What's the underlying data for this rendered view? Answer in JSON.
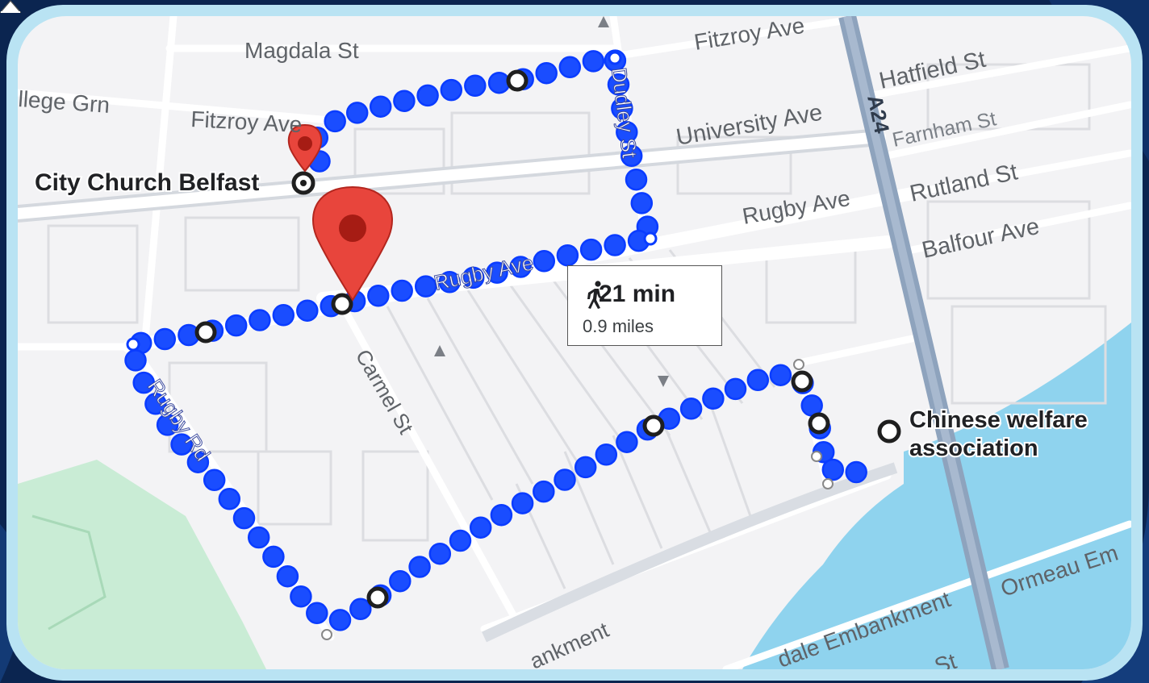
{
  "streets": {
    "magdala": "Magdala St",
    "fitzroy_top": "Fitzroy Ave",
    "college_grn": "llege Grn",
    "fitzroy_left": "Fitzroy Ave",
    "hatfield": "Hatfield St",
    "university": "University Ave",
    "a24": "A24",
    "farnham": "Farnham St",
    "rutland": "Rutland St",
    "rugby_ave_right": "Rugby Ave",
    "balfour": "Balfour Ave",
    "dudley": "Dudley St",
    "rugby_ave_route": "Rugby Ave",
    "rugby_rd": "Rugby Rd",
    "carmel": "Carmel St",
    "embankment_low": "ankment",
    "embankment_mid": "dale Embankment",
    "ormeau": "Ormeau Em",
    "st_bottom": "St"
  },
  "places": {
    "city_church": "City Church Belfast",
    "chinese_welfare_line1": "Chinese welfare",
    "chinese_welfare_line2": "association"
  },
  "route_info": {
    "duration": "21 min",
    "distance": "0.9 miles",
    "mode_icon": "walking-person-icon"
  },
  "colors": {
    "route": "#0a3cff",
    "route_fill": "#1a4dff",
    "pin": "#e8453c",
    "water": "#8fd3ee",
    "park": "#c9ecd5",
    "map_bg": "#f3f3f5",
    "frame": "#b9e3f3",
    "outer_bg": "#0b2550"
  }
}
